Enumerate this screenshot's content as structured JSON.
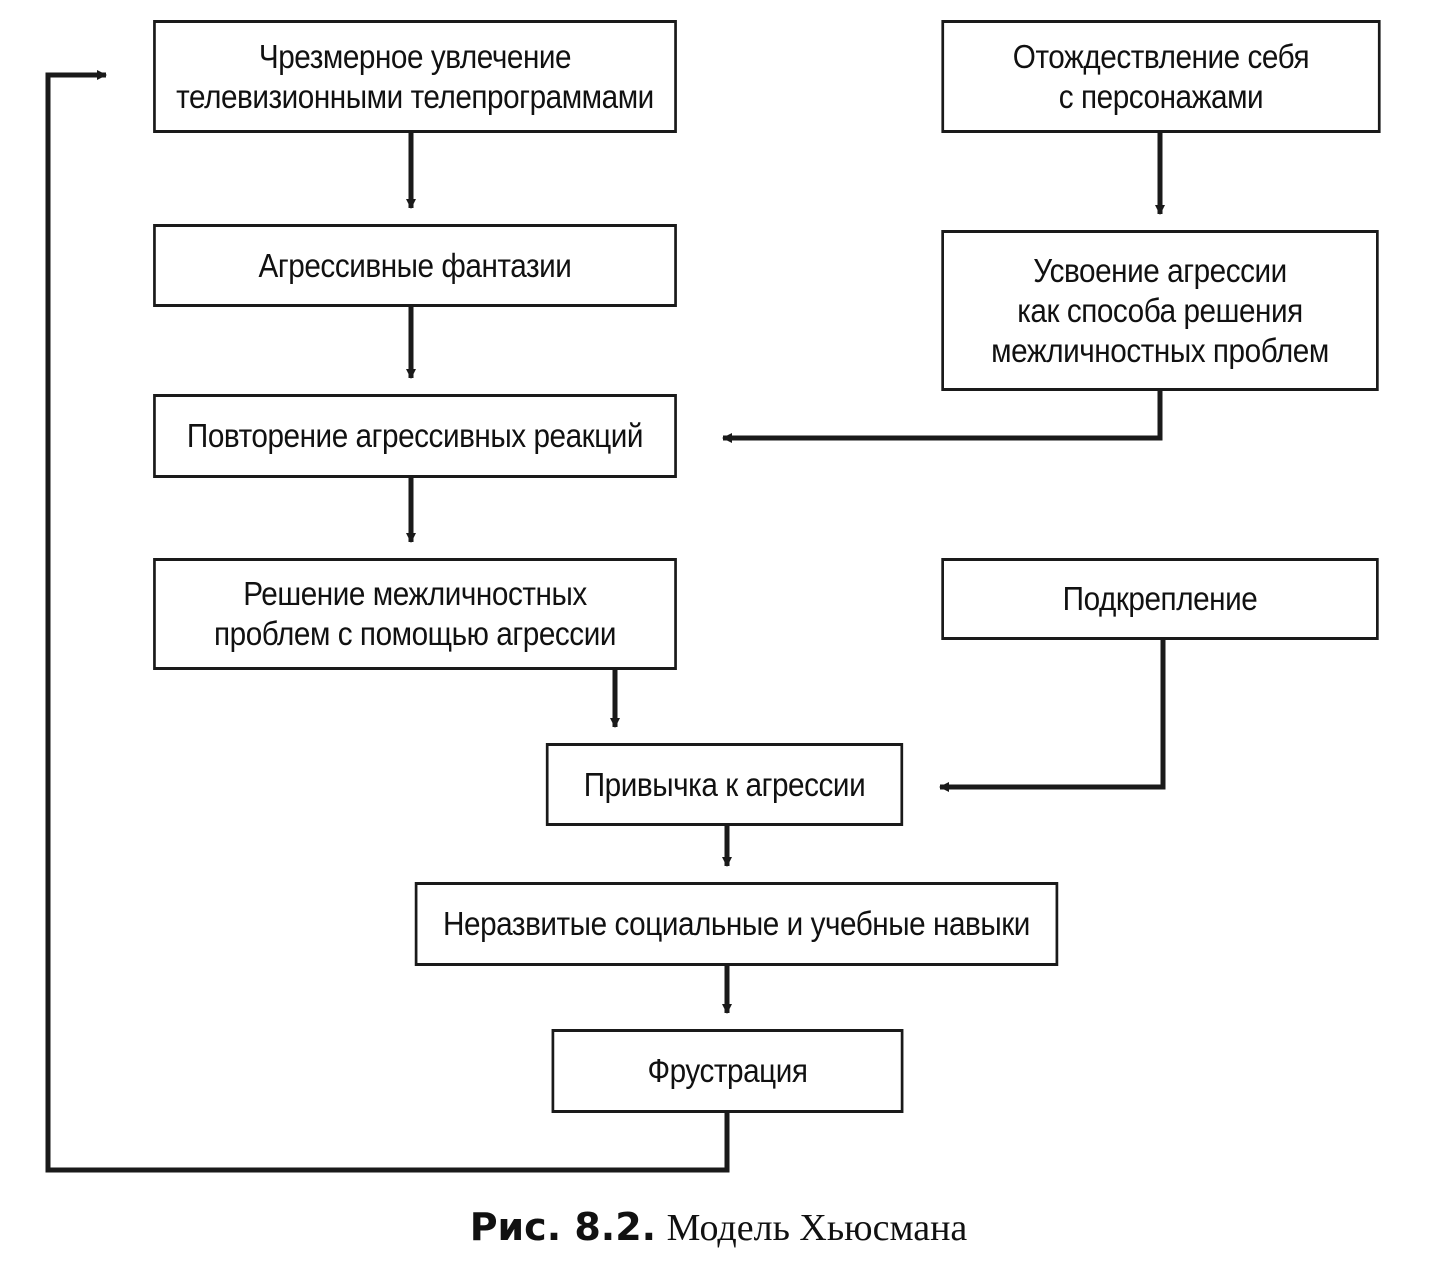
{
  "diagram": {
    "nodes": {
      "tv": {
        "lines": [
          "Чрезмерное увлечение",
          "телевизионными телепрограммами"
        ]
      },
      "identification": {
        "lines": [
          "Отождествление себя",
          "с персонажами"
        ]
      },
      "fantasies": {
        "lines": [
          "Агрессивные фантазии"
        ]
      },
      "learning": {
        "lines": [
          "Усвоение агрессии",
          "как способа решения",
          "межличностных проблем"
        ]
      },
      "repetition": {
        "lines": [
          "Повторение агрессивных реакций"
        ]
      },
      "solving": {
        "lines": [
          "Решение межличностных",
          "проблем с помощью агрессии"
        ]
      },
      "reinforcement": {
        "lines": [
          "Подкрепление"
        ]
      },
      "habit": {
        "lines": [
          "Привычка к агрессии"
        ]
      },
      "skills": {
        "lines": [
          "Неразвитые социальные и учебные навыки"
        ]
      },
      "frustration": {
        "lines": [
          "Фрустрация"
        ]
      }
    },
    "edges": [
      {
        "from": "tv",
        "to": "fantasies"
      },
      {
        "from": "fantasies",
        "to": "repetition"
      },
      {
        "from": "identification",
        "to": "learning"
      },
      {
        "from": "learning",
        "to": "repetition"
      },
      {
        "from": "repetition",
        "to": "solving"
      },
      {
        "from": "solving",
        "to": "habit"
      },
      {
        "from": "reinforcement",
        "to": "habit"
      },
      {
        "from": "habit",
        "to": "skills"
      },
      {
        "from": "skills",
        "to": "frustration"
      },
      {
        "from": "frustration",
        "to": "tv"
      }
    ]
  },
  "caption": {
    "number": "Рис. 8.2.",
    "text": "Модель Хьюсмана"
  }
}
